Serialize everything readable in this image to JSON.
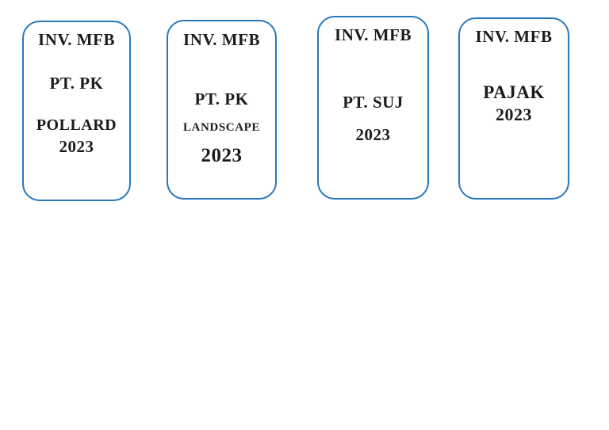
{
  "colors": {
    "card_border": "#2878BE",
    "text": "#1B1B1B",
    "page_background": "#FFFFFF"
  },
  "cards": [
    {
      "lines": [
        "INV. MFB",
        "PT. PK",
        "POLLARD",
        "2023"
      ]
    },
    {
      "lines": [
        "INV. MFB",
        "PT. PK",
        "LANDSCAPE",
        "2023"
      ]
    },
    {
      "lines": [
        "INV. MFB",
        "PT. SUJ",
        "2023"
      ]
    },
    {
      "lines": [
        "INV. MFB",
        "PAJAK",
        "2023"
      ]
    }
  ]
}
